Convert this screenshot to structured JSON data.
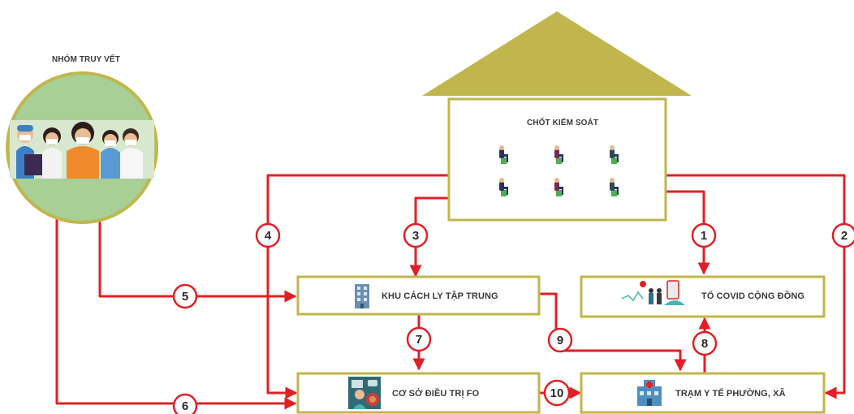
{
  "team": {
    "title": "NHÓM TRUY VẾT"
  },
  "house": {
    "title": "CHỐT KIỂM SOÁT"
  },
  "nodes": {
    "quarantine": "KHU CÁCH LY TẬP TRUNG",
    "community_team": "TỔ COVID CỘNG ĐỒNG",
    "treatment": "CƠ SỞ ĐIỀU TRỊ FO",
    "health_station": "TRẠM Y TẾ PHƯỜNG, XÃ"
  },
  "steps": [
    "1",
    "2",
    "3",
    "4",
    "5",
    "6",
    "7",
    "8",
    "9",
    "10"
  ],
  "colors": {
    "arrow": "#e02026",
    "frame": "#c0b64d",
    "roof": "#c0b64d",
    "circle_fill": "#a8cf95",
    "circle_border": "#c0b64d"
  },
  "icons": {
    "team": "medical-team-illustration",
    "guard": "seated-guard-icon",
    "quarantine": "building-icon",
    "community_team": "community-people-icon",
    "treatment": "treatment-facility-icon",
    "health_station": "hospital-icon"
  }
}
